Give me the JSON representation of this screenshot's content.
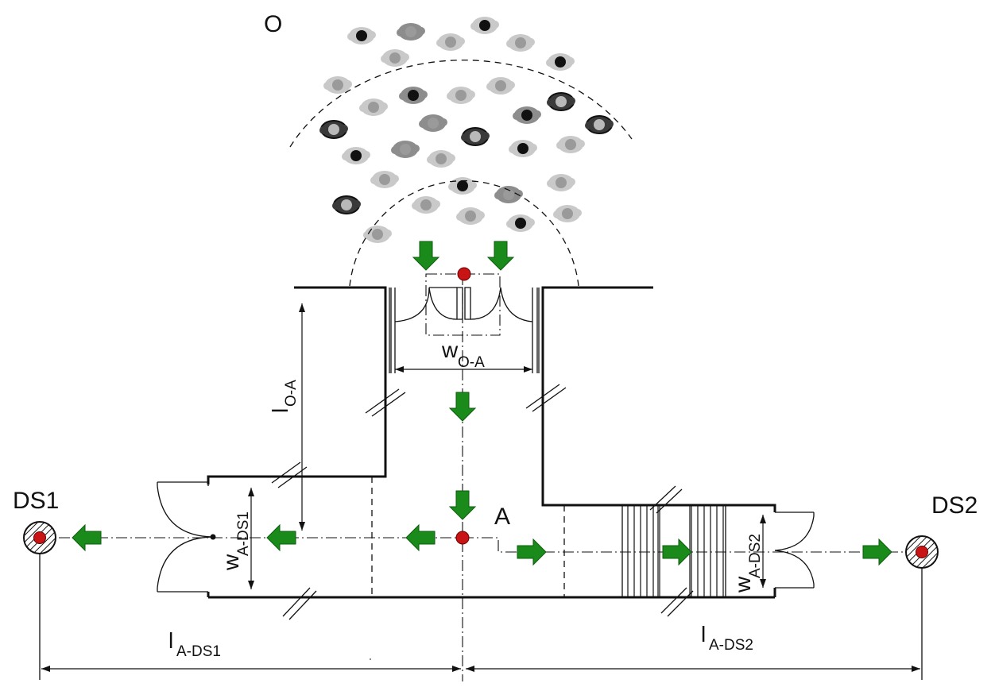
{
  "labels": {
    "origin": "O",
    "point_a": "A",
    "ds1": "DS1",
    "ds2": "DS2",
    "w_oa_main": "w",
    "w_oa_sub": "O-A",
    "l_oa_main": "l",
    "l_oa_sub": "O-A",
    "w_ads1_main": "w",
    "w_ads1_sub": "A-DS1",
    "w_ads2_main": "w",
    "w_ads2_sub": "A-DS2",
    "l_ads1_main": "l",
    "l_ads1_sub": "A-DS1",
    "l_ads2_main": "l",
    "l_ads2_sub": "A-DS2"
  },
  "colors": {
    "arrow": "#1a8a1a",
    "node": "#c81414",
    "crowd_light": "#c9c9c9",
    "crowd_mid": "#8d8d8d",
    "crowd_dark": "#3a3a3a"
  },
  "icons": {
    "flow_arrow": "green-block-arrow",
    "person": "person-top-view",
    "node": "red-dot",
    "destination": "hatched-circle-target"
  }
}
